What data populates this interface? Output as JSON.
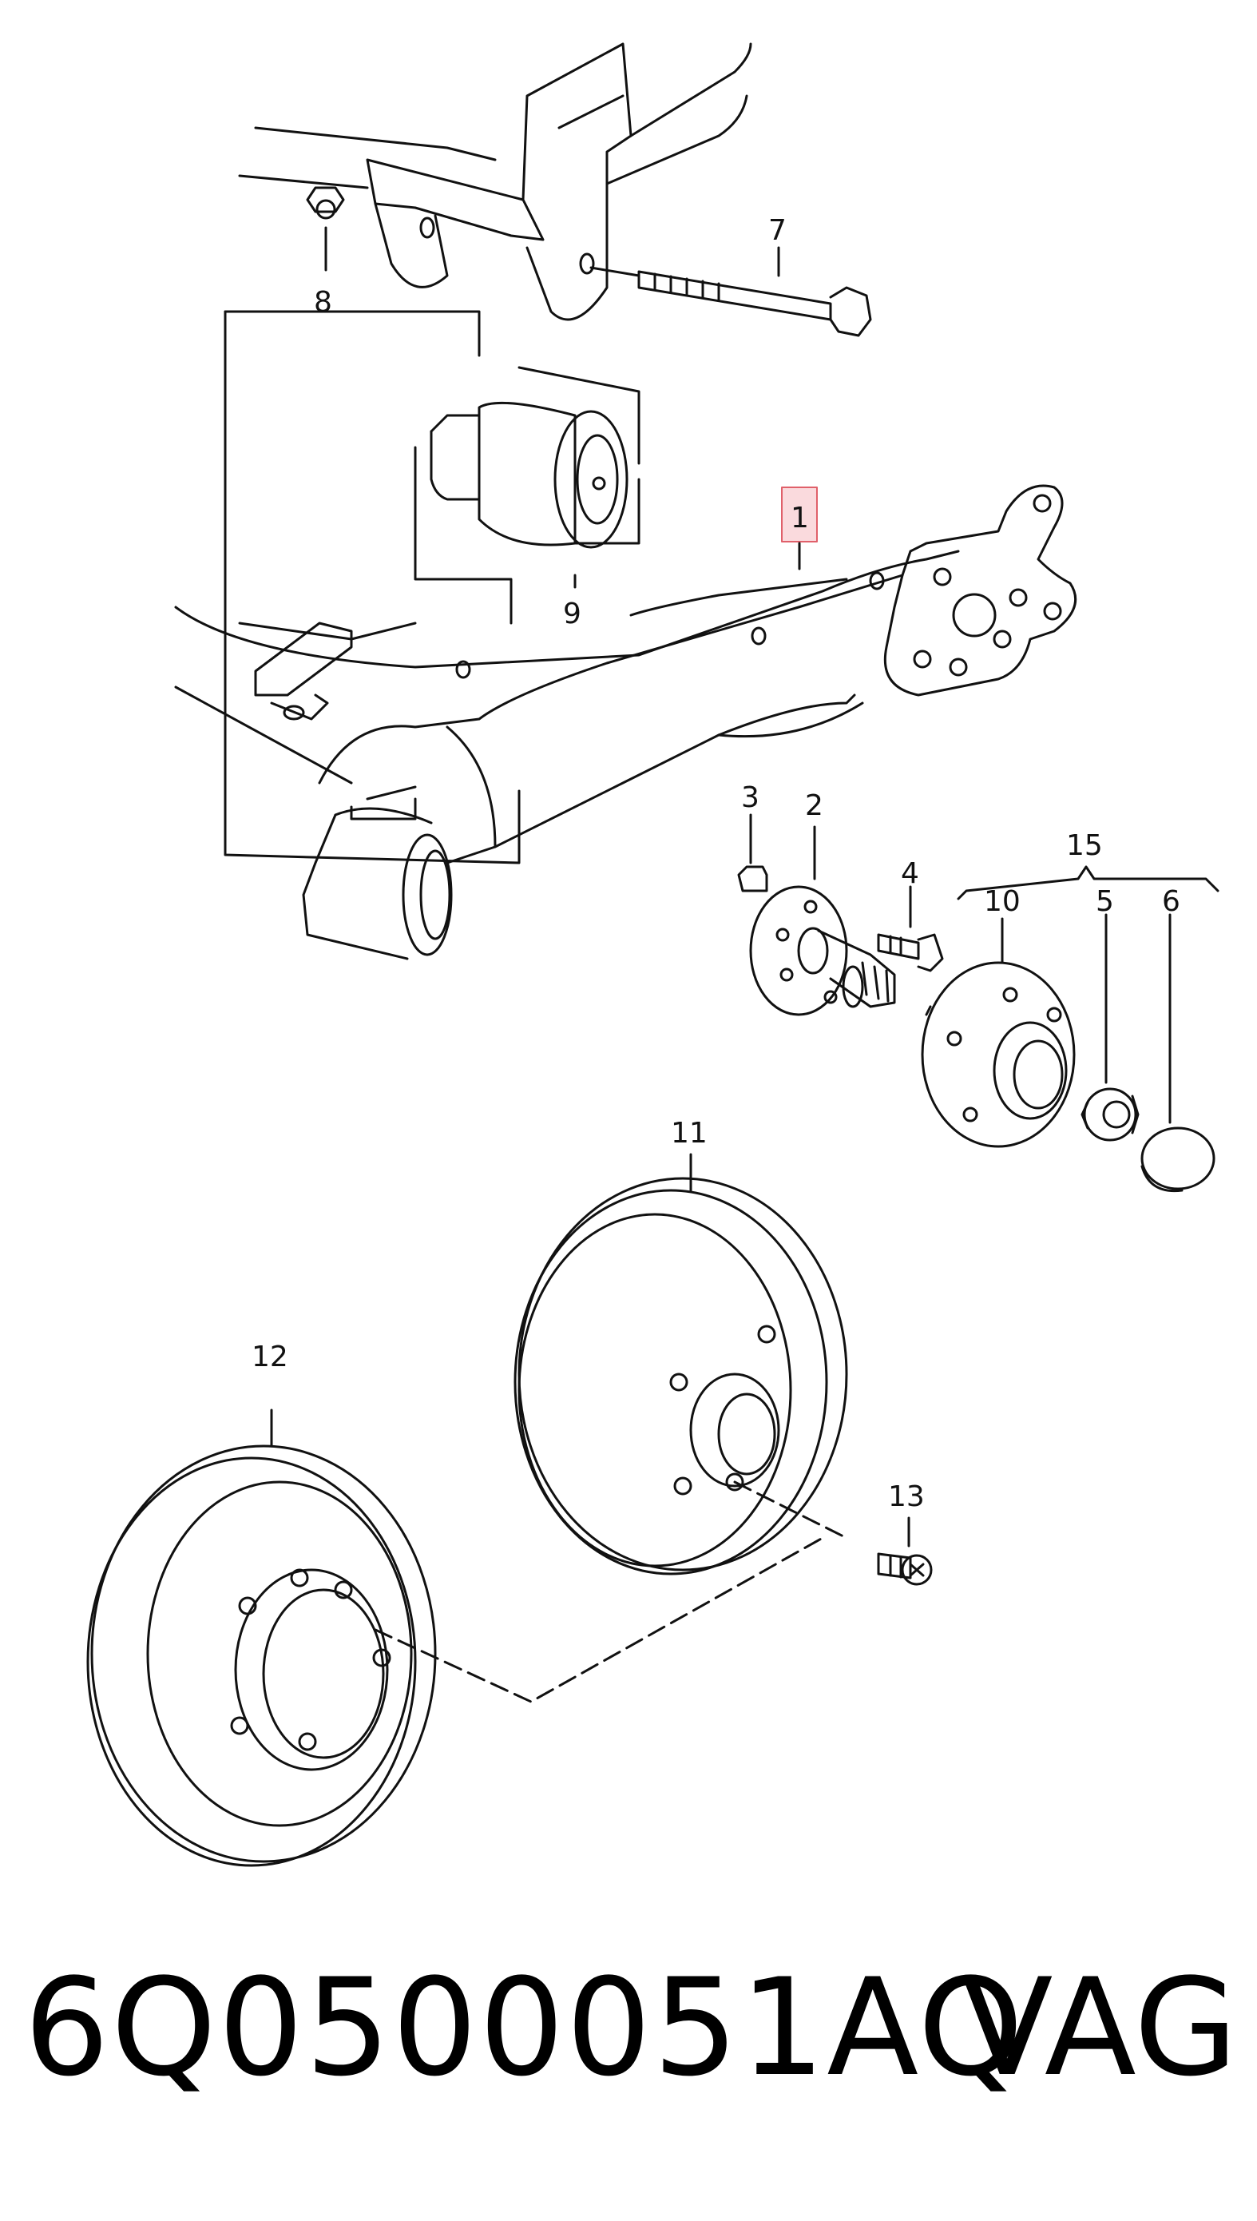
{
  "diagram": {
    "callouts": {
      "c1": "1",
      "c2": "2",
      "c3": "3",
      "c4": "4",
      "c5": "5",
      "c6": "6",
      "c7": "7",
      "c8": "8",
      "c9": "9",
      "c10": "10",
      "c11": "11",
      "c12": "12",
      "c13": "13",
      "c15": "15"
    },
    "highlight_color": "#e0606a"
  },
  "footer": {
    "part_number": "6Q0500051AQ",
    "brand": "VAG"
  }
}
